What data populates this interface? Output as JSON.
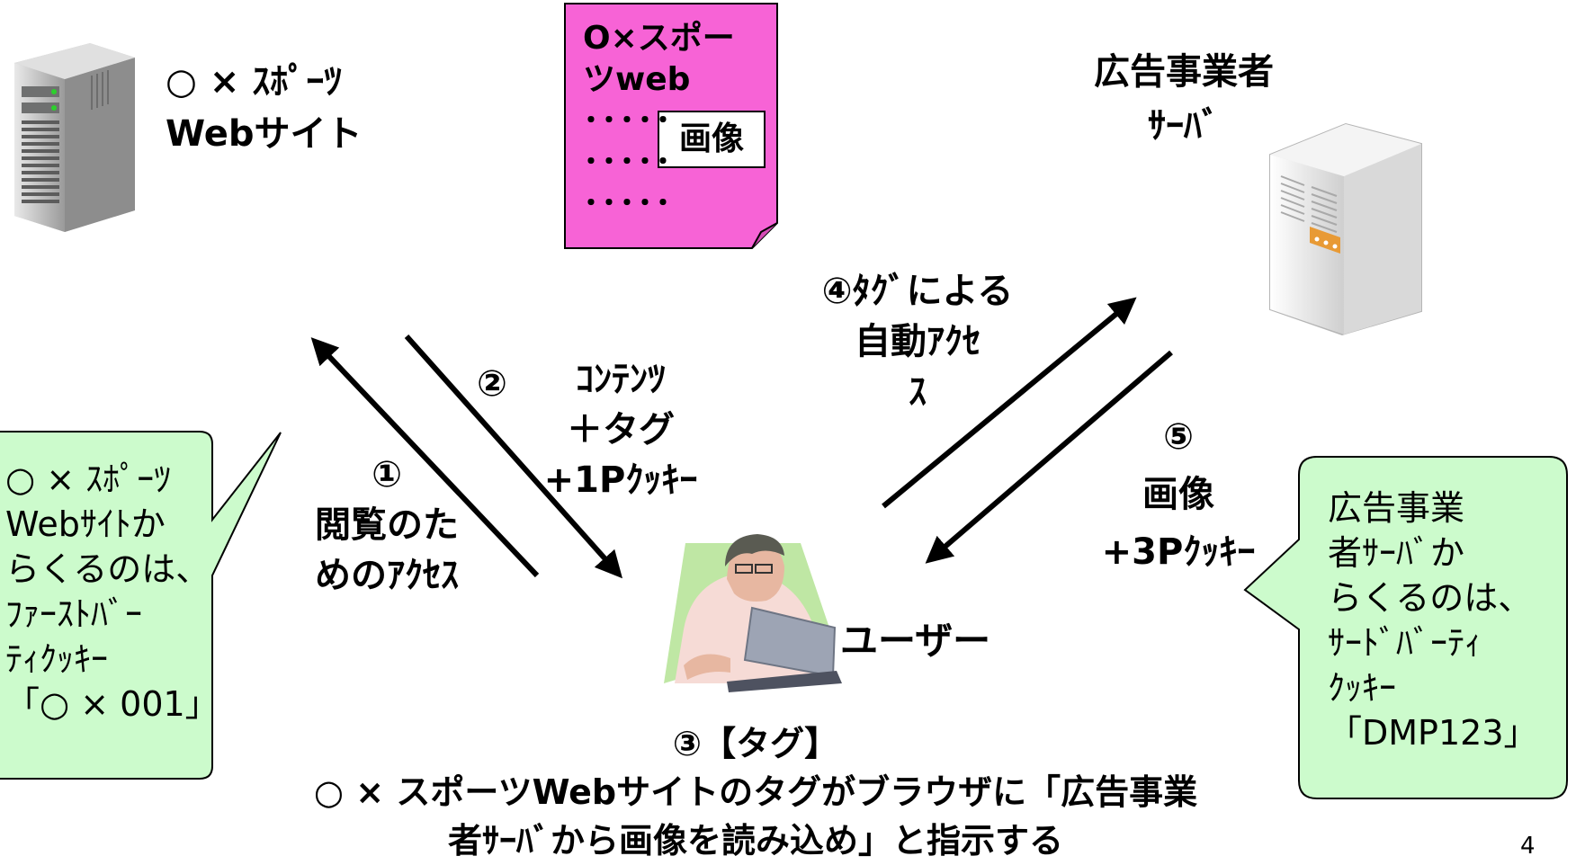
{
  "sports_site": {
    "line1": "○ × ｽﾎﾟｰﾂ",
    "line2": "Webサイト"
  },
  "web_page_doc": {
    "line1": "O×スポー",
    "line2": "ツweb",
    "dots": "･････",
    "image_label": "画像"
  },
  "ad_server": {
    "line1": "広告事業者",
    "line2": "ｻｰﾊﾞ"
  },
  "step1": {
    "num": "①",
    "line1": "閲覧のた",
    "line2": "めのｱｸｾｽ"
  },
  "step2": {
    "num": "②",
    "line1": "ｺﾝﾃﾝﾂ",
    "line2": "＋タグ",
    "line3": "+1Pｸｯｷｰ"
  },
  "step4": {
    "line1": "④ﾀｸﾞによる",
    "line2": "自動ｱｸｾ",
    "line3": "ｽ"
  },
  "step5": {
    "num": "⑤",
    "line1": "画像",
    "line2": "+3Pｸｯｷｰ"
  },
  "user": {
    "label": "ユーザー"
  },
  "step3": {
    "title": "③【タグ】",
    "line1": "○ × スポーツWebサイトのタグがブラウザに「広告事業",
    "line2": "者ｻｰﾊﾞから画像を読み込め」と指示する"
  },
  "left_bubble": {
    "lines": [
      "○ × ｽﾎﾟｰﾂ",
      "Webｻｲﾄか",
      "らくるのは、",
      "ﾌｧｰｽﾄﾊﾞｰ",
      "ﾃｨｸｯｷｰ",
      "「○ × 001」"
    ]
  },
  "right_bubble": {
    "lines": [
      "広告事業",
      "者ｻｰﾊﾞか",
      "らくるのは、",
      "ｻｰﾄﾞﾊﾞｰﾃｨ",
      "ｸｯｷｰ",
      "「DMP123」"
    ]
  },
  "page_number": "4",
  "colors": {
    "doc_pink": "#f763d6",
    "bubble_green": "#ccfbcc"
  }
}
